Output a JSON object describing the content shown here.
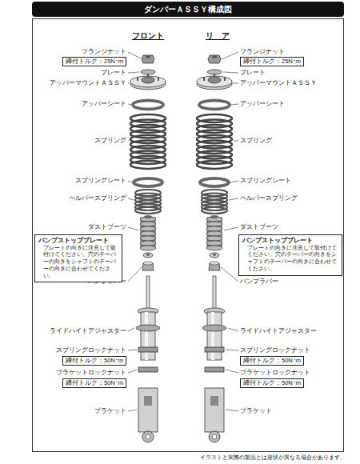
{
  "diagram": {
    "title": "ダンパーＡＳＳＹ構成図",
    "caption": "イラストと実際の製品とは形状が異なる場合があります。",
    "nodes": [
      {
        "text": [
          "締付トルク：25N･m"
        ]
      },
      {
        "text": [
          "締付トルク：25N･m"
        ]
      },
      {
        "text": [
          "バンプストッププレート",
          "プレートの向きに注意して取付けてください。穴のテーパーの向きをシャフトのテーパーの向きに合わせてください。"
        ]
      },
      {
        "text": [
          "バンプストッププレート",
          "プレートの向きに注意して取付けてください。穴のテーパーの向きをシャフトのテーパーの向きに合わせてください。"
        ]
      },
      {
        "text": [
          "締付トルク：50N･m"
        ]
      },
      {
        "text": [
          "締付トルク：50N･m"
        ]
      },
      {
        "text": [
          "締付トルク：50N･m"
        ]
      },
      {
        "text": [
          "締付トルク：50N･m"
        ]
      }
    ],
    "labels": [
      "フロント",
      "リ　ア",
      "フランジナット",
      "プレート",
      "アッパーマウントＡＳＳＹ",
      "アッパーシート",
      "スプリング",
      "スプリングシート",
      "ヘルパースプリング",
      "ダストブーツ",
      "バンプラバー",
      "ライドハイトアジャスター",
      "スプリングロックナット",
      "ブラケットロックナット",
      "ブラケット",
      "フランジナット",
      "プレート",
      "アッパーマウントＡＳＳＹ",
      "アッパーシート",
      "スプリング",
      "スプリングシート",
      "ヘルパースプリング",
      "ダストブーツ",
      "バンプラバー",
      "ライドハイトアジャスター",
      "スプリングロックナット",
      "ブラケットロックナット",
      "ブラケット"
    ]
  }
}
